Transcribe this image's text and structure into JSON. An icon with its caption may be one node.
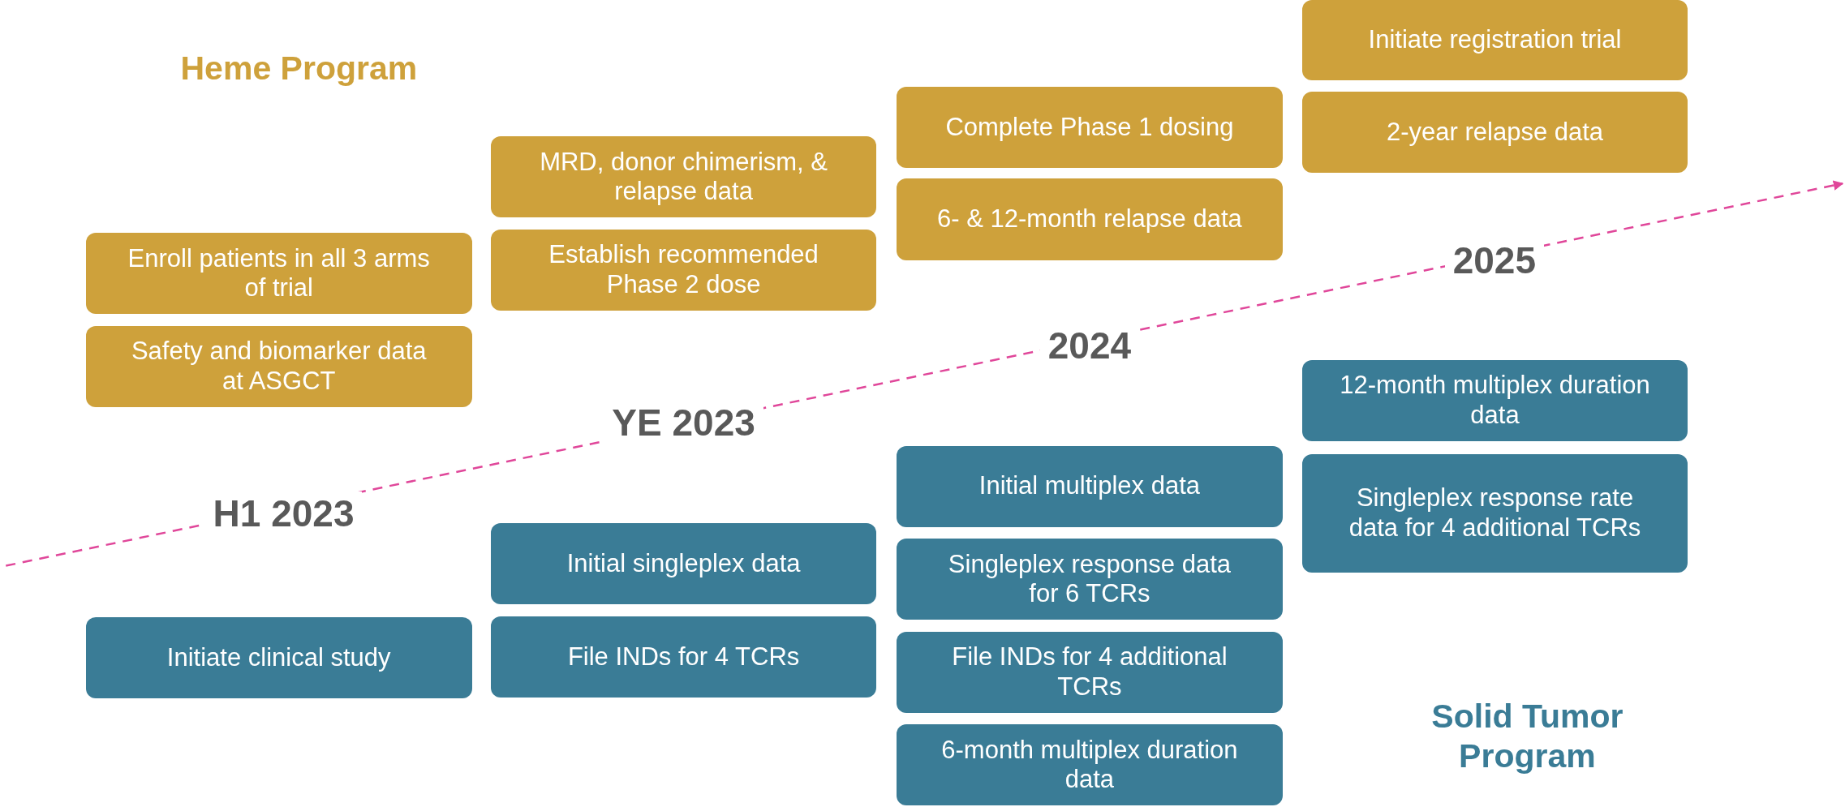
{
  "diagram": {
    "nodes": [
      {
        "text": [
          "Initiate registration trial"
        ]
      },
      {
        "text": [
          "Complete Phase 1 dosing"
        ]
      },
      {
        "text": [
          "2-year relapse data"
        ]
      },
      {
        "text": [
          "MRD, donor chimerism, & relapse data"
        ]
      },
      {
        "text": [
          "6- & 12-month relapse data"
        ]
      },
      {
        "text": [
          "Enroll patients in all 3 arms of trial"
        ]
      },
      {
        "text": [
          "Establish recommended Phase 2 dose"
        ]
      },
      {
        "text": [
          "Safety and biomarker data at ASGCT"
        ]
      },
      {
        "text": [
          "12-month multiplex duration data"
        ]
      },
      {
        "text": [
          "Initial multiplex data"
        ]
      },
      {
        "text": [
          "Singleplex response rate data for 4 additional TCRs"
        ]
      },
      {
        "text": [
          "Initial singleplex data"
        ]
      },
      {
        "text": [
          "Singleplex response data for 6 TCRs"
        ]
      },
      {
        "text": [
          "Initiate clinical study"
        ]
      },
      {
        "text": [
          "File INDs for 4 TCRs"
        ]
      },
      {
        "text": [
          "File INDs for 4 additional TCRs"
        ]
      },
      {
        "text": [
          "6-month multiplex duration data"
        ]
      }
    ],
    "labels": [
      "Heme Program",
      "2025",
      "2024",
      "YE 2023",
      "H1 2023",
      "Solid Tumor Program"
    ]
  }
}
